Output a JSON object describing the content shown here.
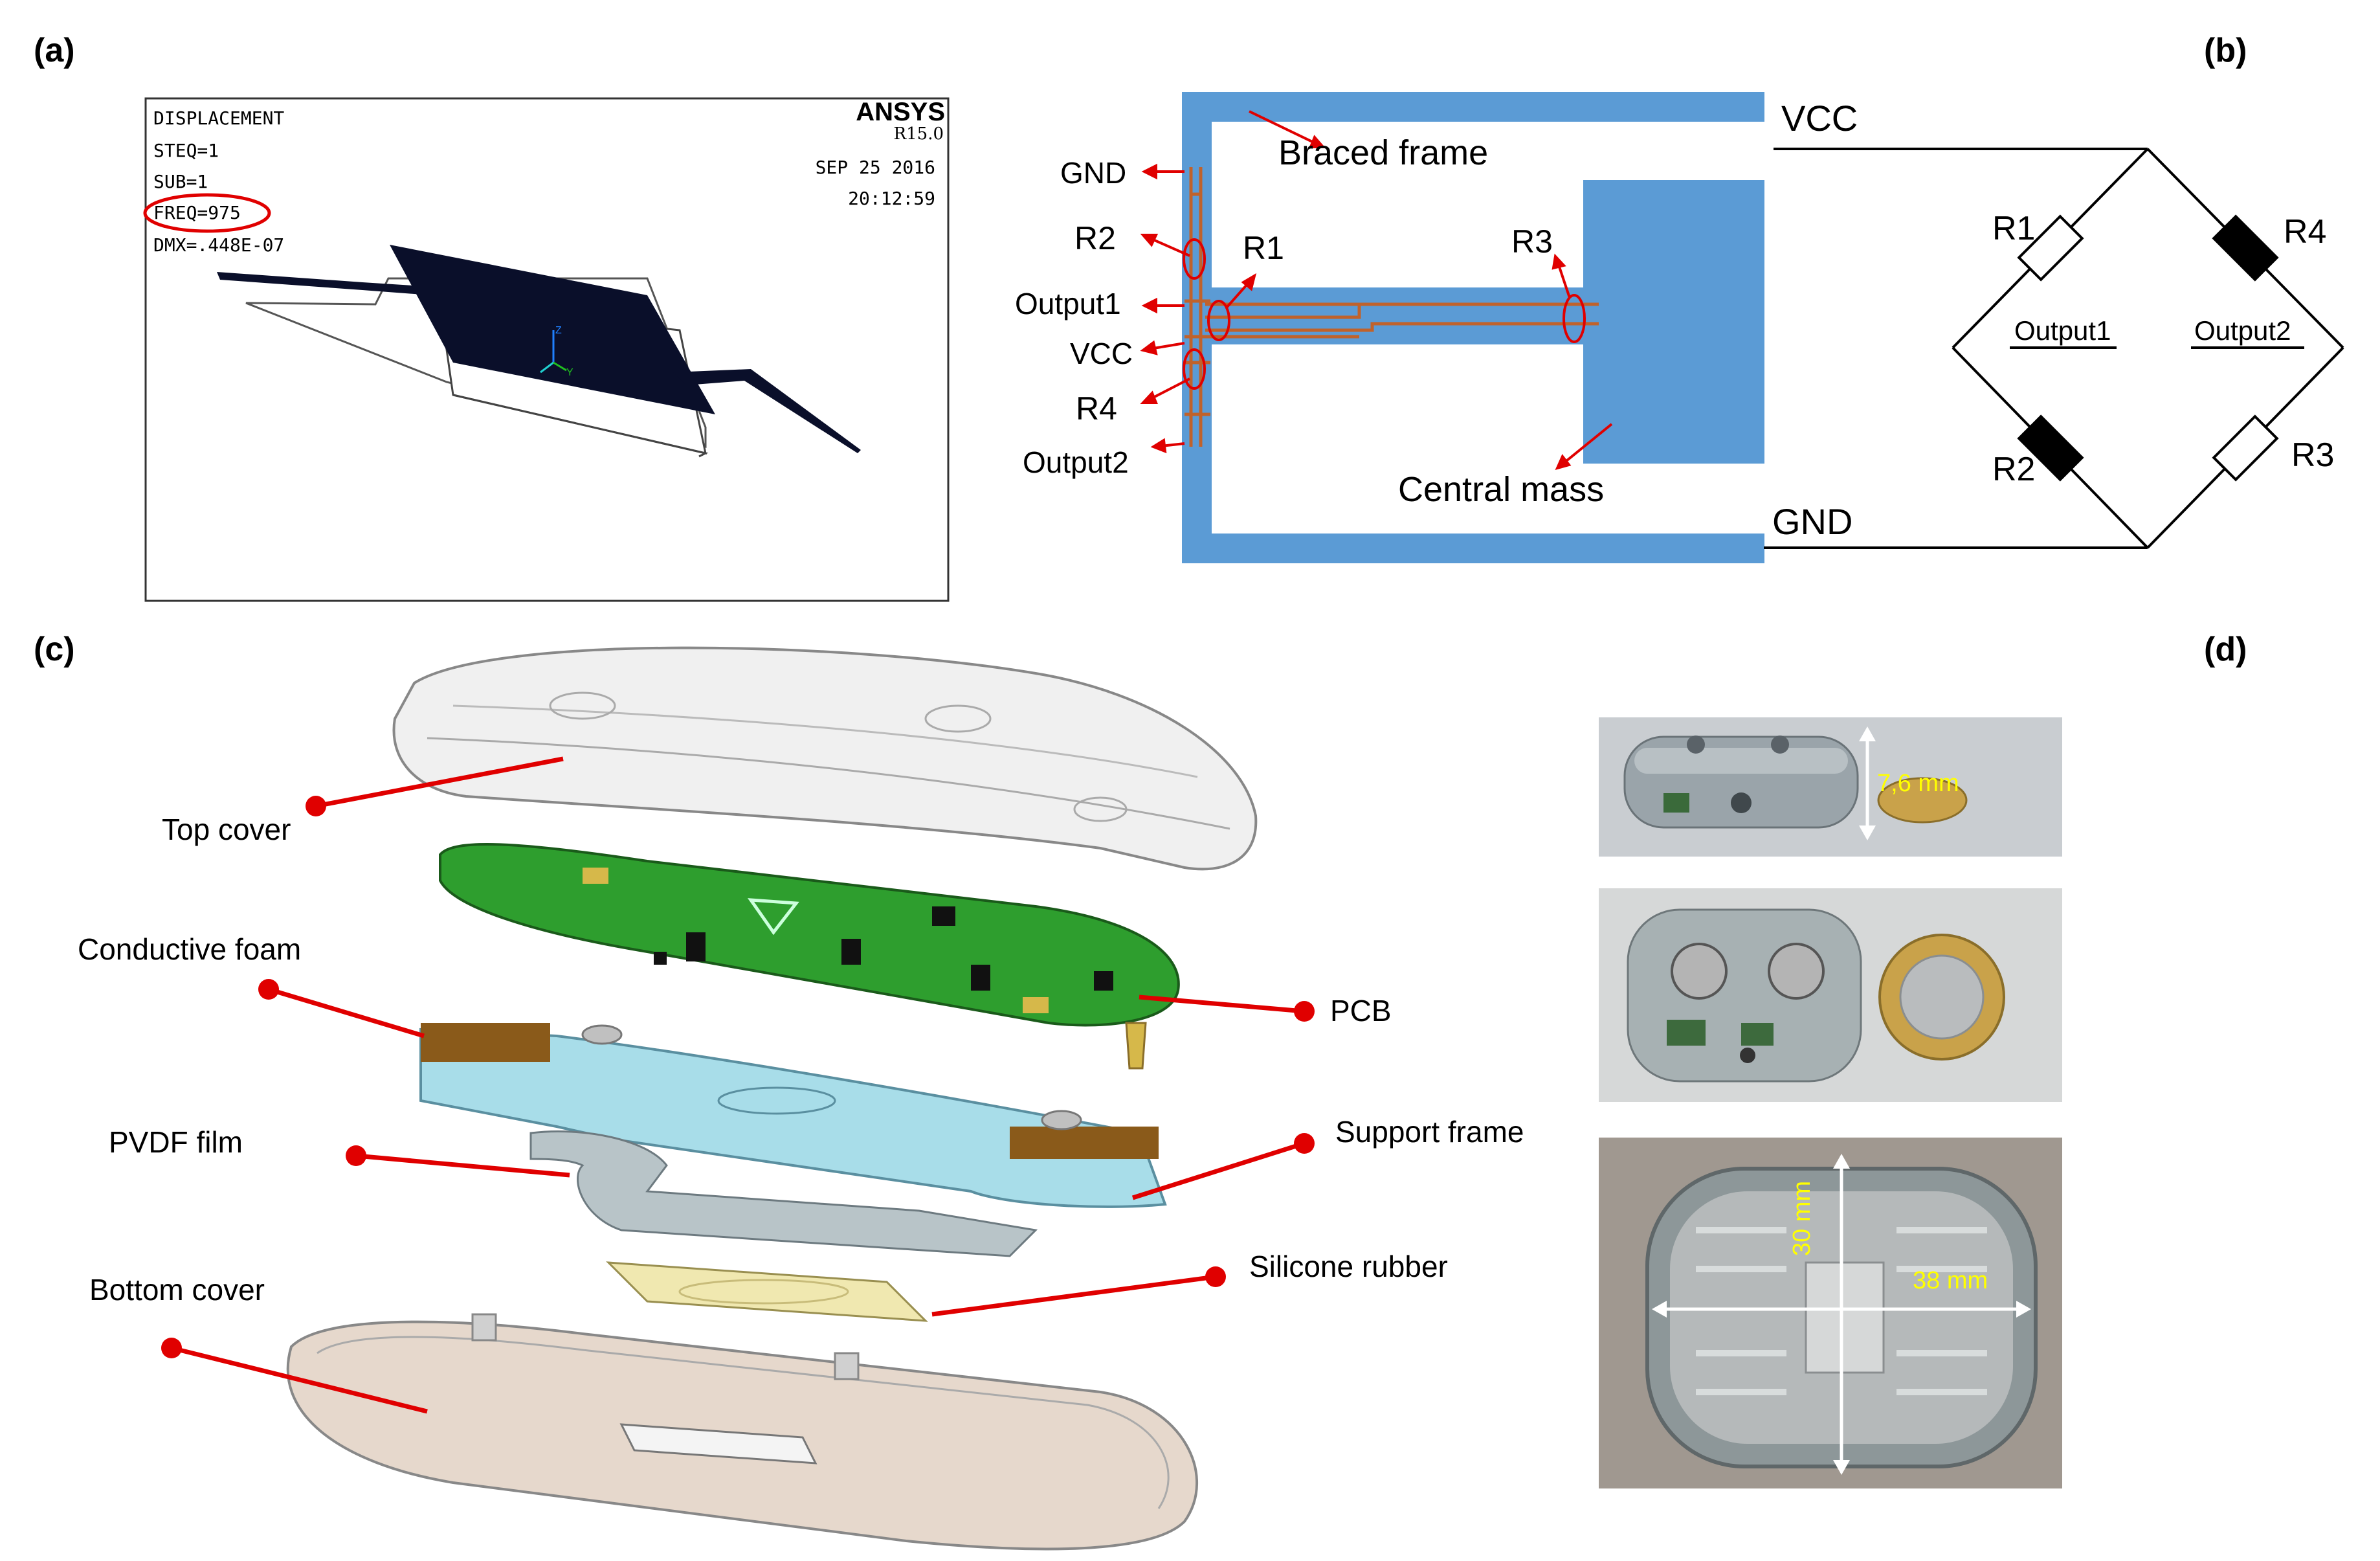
{
  "panels": {
    "a": "(a)",
    "b": "(b)",
    "c": "(c)",
    "d": "(d)"
  },
  "ansys": {
    "title": "DISPLACEMENT",
    "steq": "STEQ=1",
    "sub": "SUB=1",
    "freq": "FREQ=975",
    "dmx": "DMX=.448E-07",
    "brand": "ANSYS",
    "version": "R15.0",
    "date": "SEP  25  2016",
    "time": "20:12:59",
    "axis_y": "Y",
    "axis_z": "Z"
  },
  "layout": {
    "braced_frame": "Braced frame",
    "central_mass": "Central mass",
    "gnd": "GND",
    "r2": "R2",
    "r1": "R1",
    "r3": "R3",
    "output1": "Output1",
    "vcc": "VCC",
    "r4": "R4",
    "output2": "Output2"
  },
  "bridge": {
    "vcc": "VCC",
    "gnd": "GND",
    "r1": "R1",
    "r2": "R2",
    "r3": "R3",
    "r4": "R4",
    "output1": "Output1",
    "output2": "Output2"
  },
  "exploded": {
    "top_cover": "Top cover",
    "conductive_foam": "Conductive foam",
    "pcb": "PCB",
    "pvdf_film": "PVDF film",
    "support_frame": "Support frame",
    "silicone_rubber": "Silicone rubber",
    "bottom_cover": "Bottom cover"
  },
  "photos": {
    "height": "7,6 mm",
    "width_v": "30 mm",
    "width_h": "38 mm"
  },
  "colors": {
    "blue": "#5b9bd5",
    "copper": "#c0622b",
    "red": "#e00000",
    "pcb_green": "#2e9e2e",
    "frame_cyan": "#a8dde9",
    "yellow": "#ffff00"
  }
}
